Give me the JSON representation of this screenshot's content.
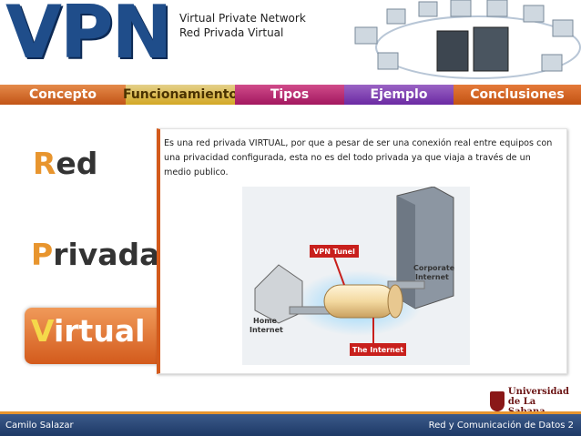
{
  "header": {
    "logo": "VPN",
    "subtitle_line1": "Virtual Private Network",
    "subtitle_line2": "Red Privada Virtual"
  },
  "nav": {
    "tabs": [
      {
        "label": "Concepto"
      },
      {
        "label": "Funcionamiento"
      },
      {
        "label": "Tipos"
      },
      {
        "label": "Ejemplo"
      },
      {
        "label": "Conclusiones"
      }
    ]
  },
  "words": {
    "red": {
      "first": "R",
      "rest": "ed"
    },
    "privada": {
      "first": "P",
      "rest": "rivada"
    },
    "virtual": {
      "first": "V",
      "rest": "irtual"
    }
  },
  "content": {
    "text": "Es una red privada VIRTUAL, por que a pesar de ser una conexión real entre equipos con una privacidad configurada, esta no es del todo privada ya que viaja a través de un medio publico.",
    "diagram": {
      "vpn_tunnel_label": "VPN Tunel",
      "corporate_label_1": "Corporate",
      "corporate_label_2": "Internet",
      "home_label_1": "Home",
      "home_label_2": "Internet",
      "internet_label": "The Internet"
    }
  },
  "university": {
    "line1": "Universidad",
    "line2": "de La Sabana"
  },
  "footer": {
    "left": "Camilo Salazar",
    "right": "Red y Comunicación de Datos 2"
  },
  "colors": {
    "accent_orange": "#d35a1c",
    "logo_blue": "#1f4d8a",
    "footer_blue": "#1d3966",
    "diagram_red": "#c8201c"
  }
}
